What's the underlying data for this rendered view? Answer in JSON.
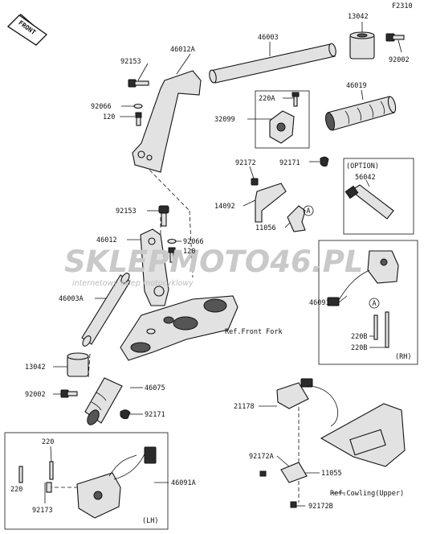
{
  "diagram_code": "F2310",
  "front_arrow": "FRONT",
  "watermark": {
    "brand": "SKLEPMOTO46.PL",
    "tagline": "internetowy sklep motocyklowy"
  },
  "option_box": "(OPTION)",
  "side_rh": "(RH)",
  "side_lh": "(LH)",
  "circle_marker": "A",
  "labels": {
    "p13042_top": "13042",
    "p46003_top": "46003",
    "p92002_top": "92002",
    "p92153_top": "92153",
    "p46012A": "46012A",
    "p46019": "46019",
    "p220A": "220A",
    "p32099": "32099",
    "p92066_top": "92066",
    "p120_top": "120",
    "p92172": "92172",
    "p92171_top": "92171",
    "p56042": "56042",
    "p14092": "14092",
    "p11056": "11056",
    "p92153_mid": "92153",
    "p46012": "46012",
    "p92066_mid": "92066",
    "p120_mid": "120",
    "p46091": "46091",
    "p46003A": "46003A",
    "ref_fork": "Ref.Front Fork",
    "p220B_1": "220B",
    "p220B_2": "220B",
    "p13042_bot": "13042",
    "p46075": "46075",
    "p92002_bot": "92002",
    "p92171_bot": "92171",
    "p21178": "21178",
    "p220_1": "220",
    "p220_2": "220",
    "p92172A": "92172A",
    "p11055": "11055",
    "p46091A": "46091A",
    "ref_cowling": "Ref.Cowling(Upper)",
    "p92173": "92173",
    "p92172B": "92172B"
  }
}
